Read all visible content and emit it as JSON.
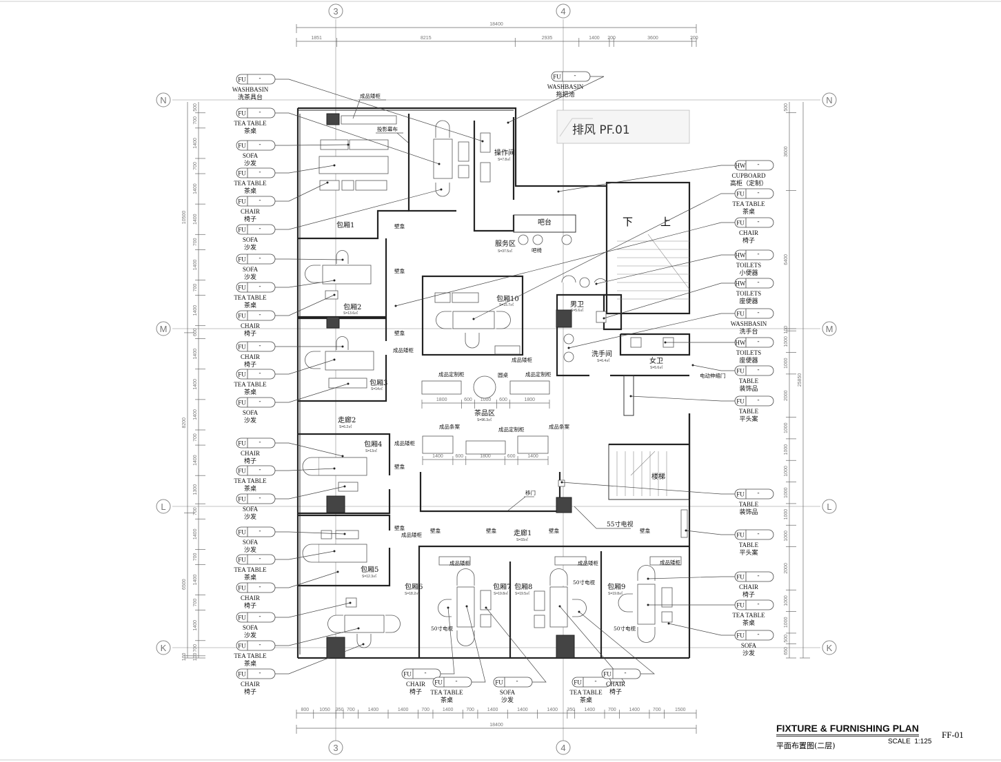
{
  "title": {
    "main": "FIXTURE & FURNISHING PLAN",
    "code": "FF-01",
    "subtitle": "平面布置图(二层)",
    "scale": "SCALE  1:125"
  },
  "grid": {
    "col_3": "3",
    "col_4": "4",
    "row_N": "N",
    "row_M": "M",
    "row_L": "L",
    "row_K": "K"
  },
  "dims": {
    "top_total": "18400",
    "top": [
      "1851",
      "8215",
      "2935",
      "1400",
      "200",
      "3600",
      "200"
    ],
    "bottom_total": "18400",
    "bottom": [
      "800",
      "1050",
      "350",
      "700",
      "1400",
      "1400",
      "700",
      "1400",
      "700",
      "1400",
      "1400",
      "1400",
      "350",
      "1400",
      "700",
      "1400",
      "700",
      "1500"
    ],
    "left_outer": [
      "10500",
      "8200",
      "6500",
      "100"
    ],
    "left_inner": [
      "500",
      "700",
      "1400",
      "700",
      "1400",
      "1400",
      "700",
      "1400",
      "700",
      "1400",
      "600",
      "1400",
      "1400",
      "1400",
      "700",
      "1400",
      "1300",
      "700",
      "1400",
      "700",
      "1400",
      "700",
      "1400",
      "700",
      "100"
    ],
    "right_total": "25850",
    "right": [
      "500",
      "3600",
      "6400",
      "100",
      "1000",
      "1000",
      "2000",
      "1000",
      "1000",
      "1000",
      "1000",
      "1000",
      "1000",
      "2000",
      "1000",
      "1000",
      "500",
      "650"
    ],
    "tea_area_row1": [
      "1800",
      "600",
      "1000",
      "600",
      "1800"
    ],
    "tea_area_row2": [
      "1400",
      "600",
      "1800",
      "600",
      "1400"
    ]
  },
  "rooms": {
    "r1": {
      "name": "包厢1"
    },
    "op": {
      "name": "操作间",
      "area": "S=7.8㎡"
    },
    "bar": {
      "name": "吧台"
    },
    "service": {
      "name": "服务区",
      "area": "S=37.5㎡"
    },
    "r2": {
      "name": "包厢2",
      "area": "S=13.6㎡"
    },
    "r3": {
      "name": "包厢3",
      "area": "S=14㎡"
    },
    "r10": {
      "name": "包厢10",
      "area": "S=15.7㎡"
    },
    "men": {
      "name": "男卫",
      "area": "S=5.6㎡"
    },
    "wash": {
      "name": "洗手间",
      "area": "S=6.4㎡"
    },
    "women": {
      "name": "女卫",
      "area": "S=5.6㎡"
    },
    "tea": {
      "name": "茶品区",
      "area": "S=96.3㎡"
    },
    "cor2": {
      "name": "走廊2",
      "area": "S=6.2㎡"
    },
    "r4": {
      "name": "包厢4",
      "area": "S=13㎡"
    },
    "r5": {
      "name": "包厢5",
      "area": "S=12.3㎡"
    },
    "cor1": {
      "name": "走廊1",
      "area": "S=33㎡"
    },
    "r6": {
      "name": "包厢6",
      "area": "S=18.2㎡"
    },
    "r7": {
      "name": "包厢7",
      "area": "S=19.8㎡"
    },
    "r8": {
      "name": "包厢8",
      "area": "S=19.5㎡"
    },
    "r9": {
      "name": "包厢9",
      "area": "S=19.8㎡"
    },
    "stairs": {
      "name": "楼梯"
    },
    "down": "下",
    "up": "上",
    "exhaust": "排风  PF.01"
  },
  "notes": {
    "low_cabinet": "成品矮柜",
    "screen": "投影幕布",
    "niche": "壁龛",
    "bar_stool": "吧椅",
    "custom_cabinet": "成品定制柜",
    "round_table": "圆桌",
    "console": "成品条案",
    "sliding_door": "移门",
    "tv55": "55寸电视",
    "tv50": "50寸电视",
    "auto_door": "电动伸缩门"
  },
  "tags": {
    "top": [
      {
        "type": "FU",
        "code": "-",
        "en": "WASHBASIN",
        "cn": "拖把池"
      }
    ],
    "left": [
      {
        "type": "FU",
        "code": "-",
        "en": "WASHBASIN",
        "cn": "洗茶具台"
      },
      {
        "type": "FU",
        "code": "-",
        "en": "TEA TABLE",
        "cn": "茶桌"
      },
      {
        "type": "FU",
        "code": "-",
        "en": "SOFA",
        "cn": "沙发"
      },
      {
        "type": "FU",
        "code": "-",
        "en": "TEA TABLE",
        "cn": "茶桌"
      },
      {
        "type": "FU",
        "code": "-",
        "en": "CHAIR",
        "cn": "椅子"
      },
      {
        "type": "FU",
        "code": "-",
        "en": "SOFA",
        "cn": "沙发"
      },
      {
        "type": "FU",
        "code": "-",
        "en": "SOFA",
        "cn": "沙发"
      },
      {
        "type": "FU",
        "code": "-",
        "en": "TEA TABLE",
        "cn": "茶桌"
      },
      {
        "type": "FU",
        "code": "-",
        "en": "CHAIR",
        "cn": "椅子"
      },
      {
        "type": "FU",
        "code": "-",
        "en": "CHAIR",
        "cn": "椅子"
      },
      {
        "type": "FU",
        "code": "-",
        "en": "TEA TABLE",
        "cn": "茶桌"
      },
      {
        "type": "FU",
        "code": "-",
        "en": "SOFA",
        "cn": "沙发"
      },
      {
        "type": "FU",
        "code": "-",
        "en": "CHAIR",
        "cn": "椅子"
      },
      {
        "type": "FU",
        "code": "-",
        "en": "TEA TABLE",
        "cn": "茶桌"
      },
      {
        "type": "FU",
        "code": "-",
        "en": "SOFA",
        "cn": "沙发"
      },
      {
        "type": "FU",
        "code": "-",
        "en": "SOFA",
        "cn": "沙发"
      },
      {
        "type": "FU",
        "code": "-",
        "en": "TEA TABLE",
        "cn": "茶桌"
      },
      {
        "type": "FU",
        "code": "-",
        "en": "CHAIR",
        "cn": "椅子"
      },
      {
        "type": "FU",
        "code": "-",
        "en": "SOFA",
        "cn": "沙发"
      },
      {
        "type": "FU",
        "code": "-",
        "en": "TEA TABLE",
        "cn": "茶桌"
      },
      {
        "type": "FU",
        "code": "-",
        "en": "CHAIR",
        "cn": "椅子"
      }
    ],
    "right": [
      {
        "type": "HW",
        "code": "-",
        "en": "CUPBOARD",
        "cn": "高柜（定制）"
      },
      {
        "type": "FU",
        "code": "-",
        "en": "TEA TABLE",
        "cn": "茶桌"
      },
      {
        "type": "FU",
        "code": "-",
        "en": "CHAIR",
        "cn": "椅子"
      },
      {
        "type": "HW",
        "code": "-",
        "en": "TOILETS",
        "cn": "小便器"
      },
      {
        "type": "HW",
        "code": "-",
        "en": "TOILETS",
        "cn": "座便器"
      },
      {
        "type": "FU",
        "code": "-",
        "en": "WASHBASIN",
        "cn": "洗手台"
      },
      {
        "type": "HW",
        "code": "-",
        "en": "TOILETS",
        "cn": "座便器"
      },
      {
        "type": "FU",
        "code": "-",
        "en": "TABLE",
        "cn": "装饰品"
      },
      {
        "type": "FU",
        "code": "-",
        "en": "TABLE",
        "cn": "平头案"
      },
      {
        "type": "FU",
        "code": "-",
        "en": "TABLE",
        "cn": "装饰品"
      },
      {
        "type": "FU",
        "code": "-",
        "en": "TABLE",
        "cn": "平头案"
      },
      {
        "type": "FU",
        "code": "-",
        "en": "CHAIR",
        "cn": "椅子"
      },
      {
        "type": "FU",
        "code": "-",
        "en": "TEA TABLE",
        "cn": "茶桌"
      },
      {
        "type": "FU",
        "code": "-",
        "en": "SOFA",
        "cn": "沙发"
      }
    ],
    "bottom": [
      {
        "type": "FU",
        "code": "-",
        "en": "CHAIR",
        "cn": "椅子"
      },
      {
        "type": "FU",
        "code": "-",
        "en": "TEA TABLE",
        "cn": "茶桌"
      },
      {
        "type": "FU",
        "code": "-",
        "en": "SOFA",
        "cn": "沙发"
      },
      {
        "type": "FU",
        "code": "-",
        "en": "TEA TABLE",
        "cn": "茶桌"
      },
      {
        "type": "FU",
        "code": "-",
        "en": "CHAIR",
        "cn": "椅子"
      }
    ]
  }
}
